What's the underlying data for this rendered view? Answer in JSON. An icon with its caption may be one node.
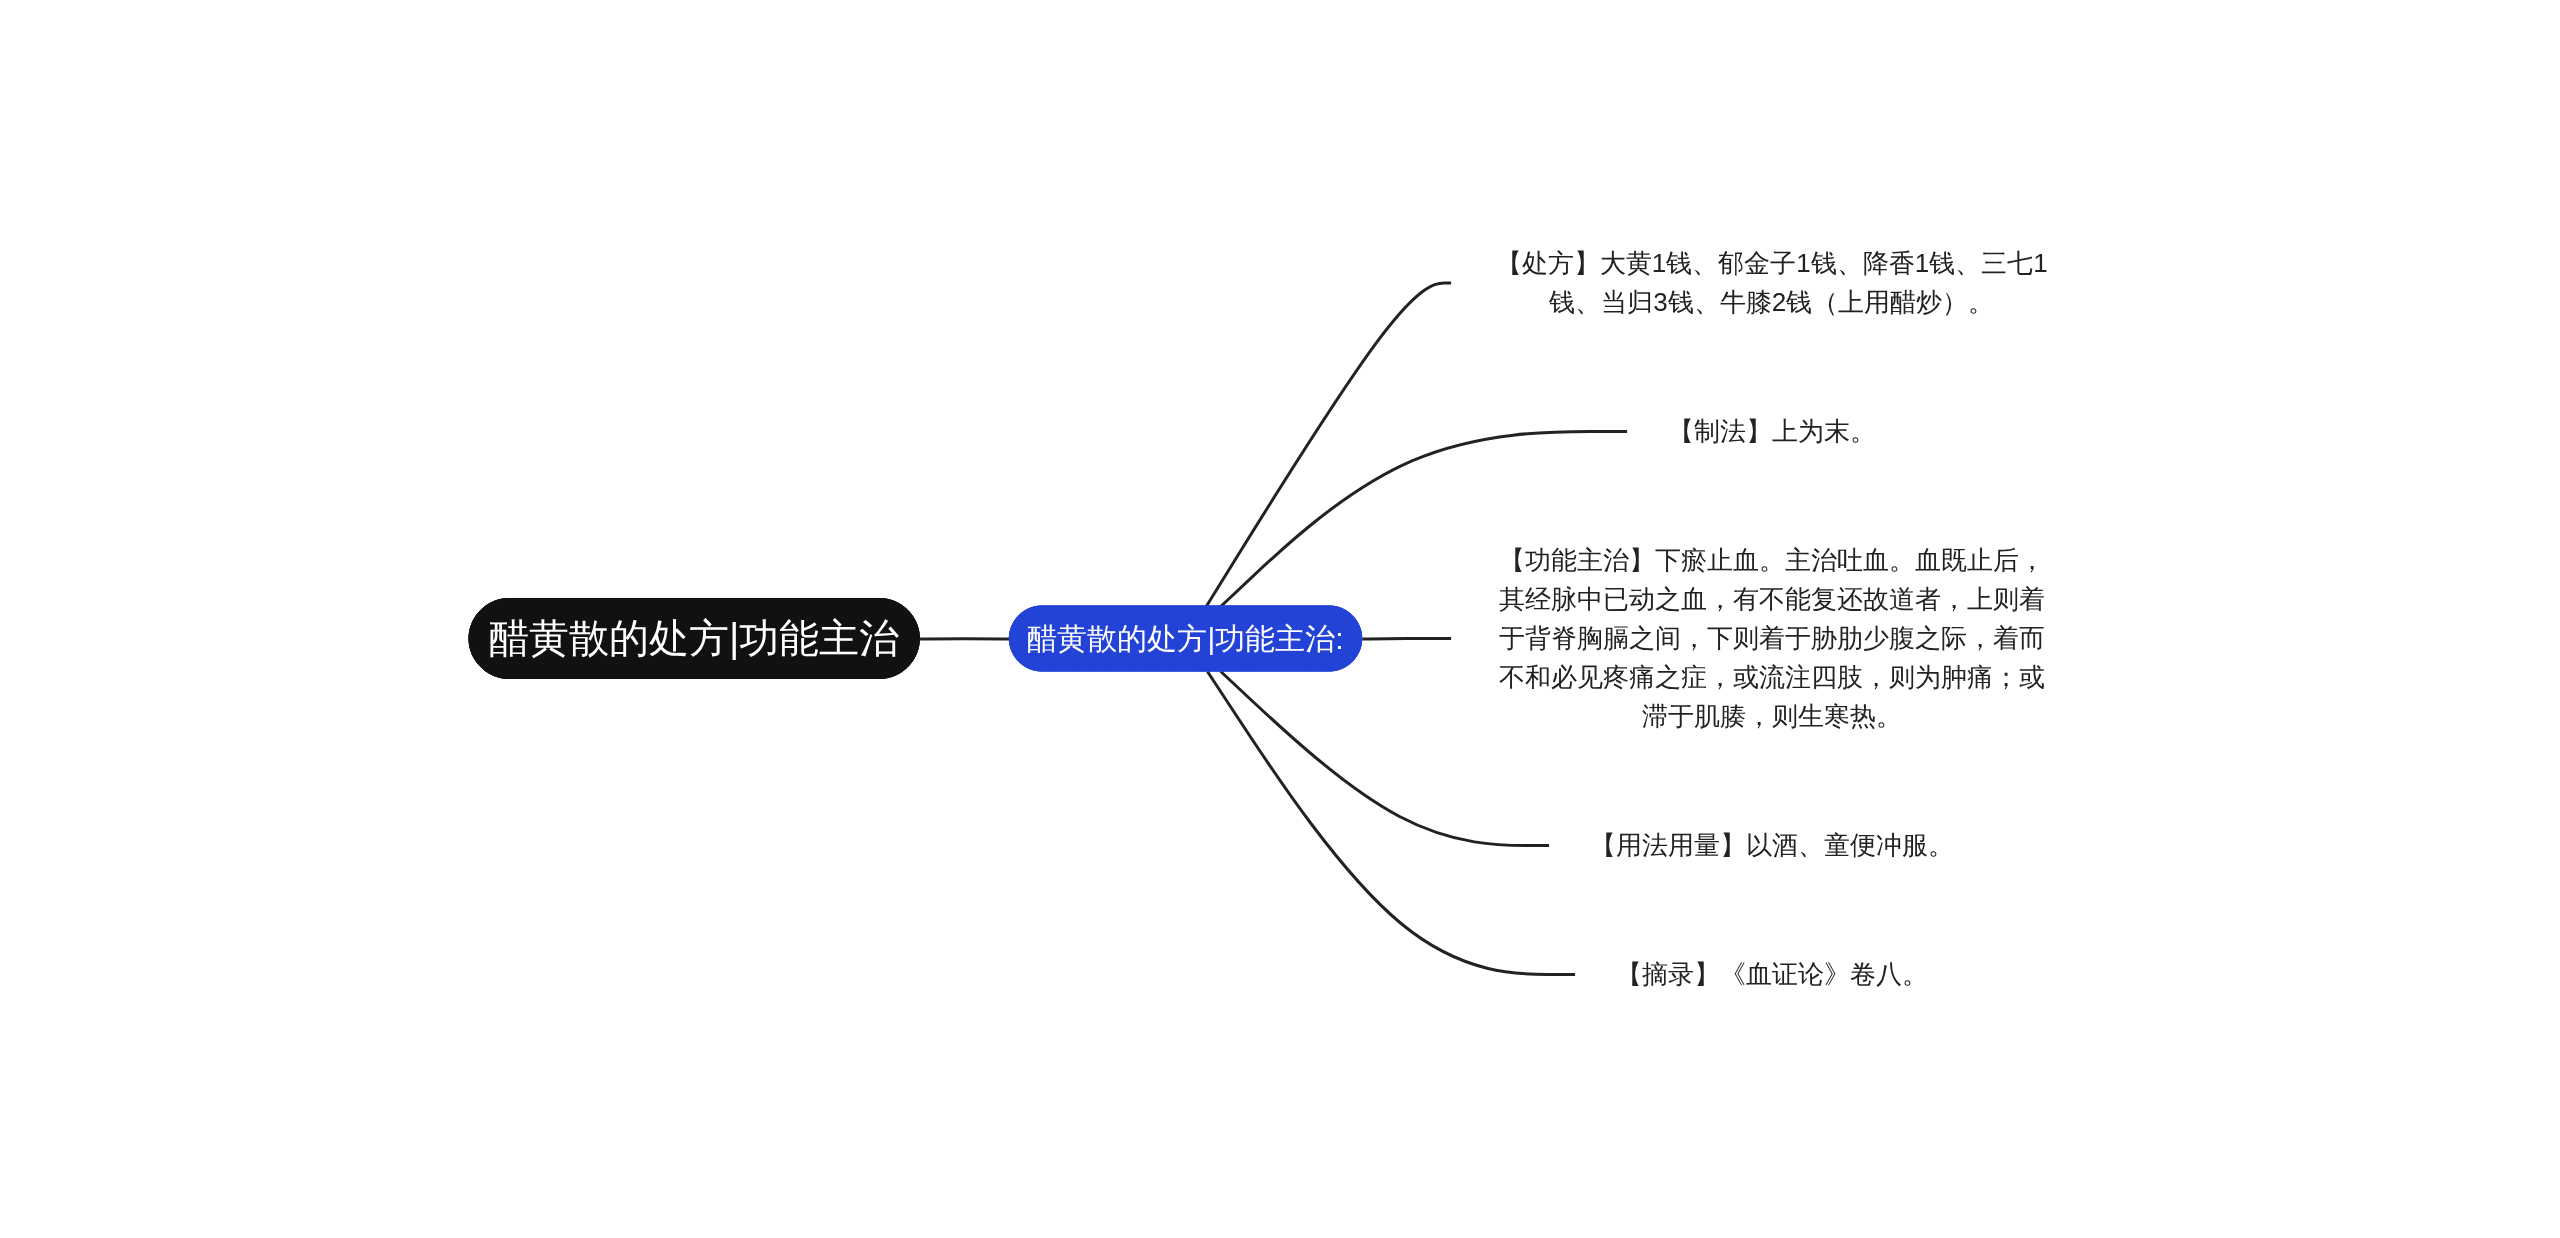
{
  "diagram": {
    "nodes": [
      {
        "text": [
          "醋黄散的处方|功能主治"
        ]
      },
      {
        "text": [
          "醋黄散的处方|功能主治:"
        ]
      },
      {
        "text": [
          "【处方】大黄1钱、郁金子1钱、降香1钱、三七1钱、当归3钱、牛膝2钱（上用醋炒）。"
        ]
      },
      {
        "text": [
          "【制法】上为末。"
        ]
      },
      {
        "text": [
          "【功能主治】下瘀止血。主治吐血。血既止后，其经脉中已动之血，有不能复还故道者，上则着于背脊胸膈之间，下则着于胁肋少腹之际，着而不和必见疼痛之症，或流注四肢，则为肿痛；或滞于肌腠，则生寒热。"
        ]
      },
      {
        "text": [
          "【用法用量】以酒、童便冲服。"
        ]
      },
      {
        "text": [
          "【摘录】《血证论》卷八。"
        ]
      }
    ],
    "edges": [
      {
        "from": 0,
        "to": 1,
        "arrow": "none"
      },
      {
        "from": 1,
        "to": 2,
        "arrow": "none"
      },
      {
        "from": 1,
        "to": 3,
        "arrow": "none"
      },
      {
        "from": 1,
        "to": 4,
        "arrow": "none"
      },
      {
        "from": 1,
        "to": 5,
        "arrow": "none"
      },
      {
        "from": 1,
        "to": 6,
        "arrow": "none"
      }
    ]
  }
}
